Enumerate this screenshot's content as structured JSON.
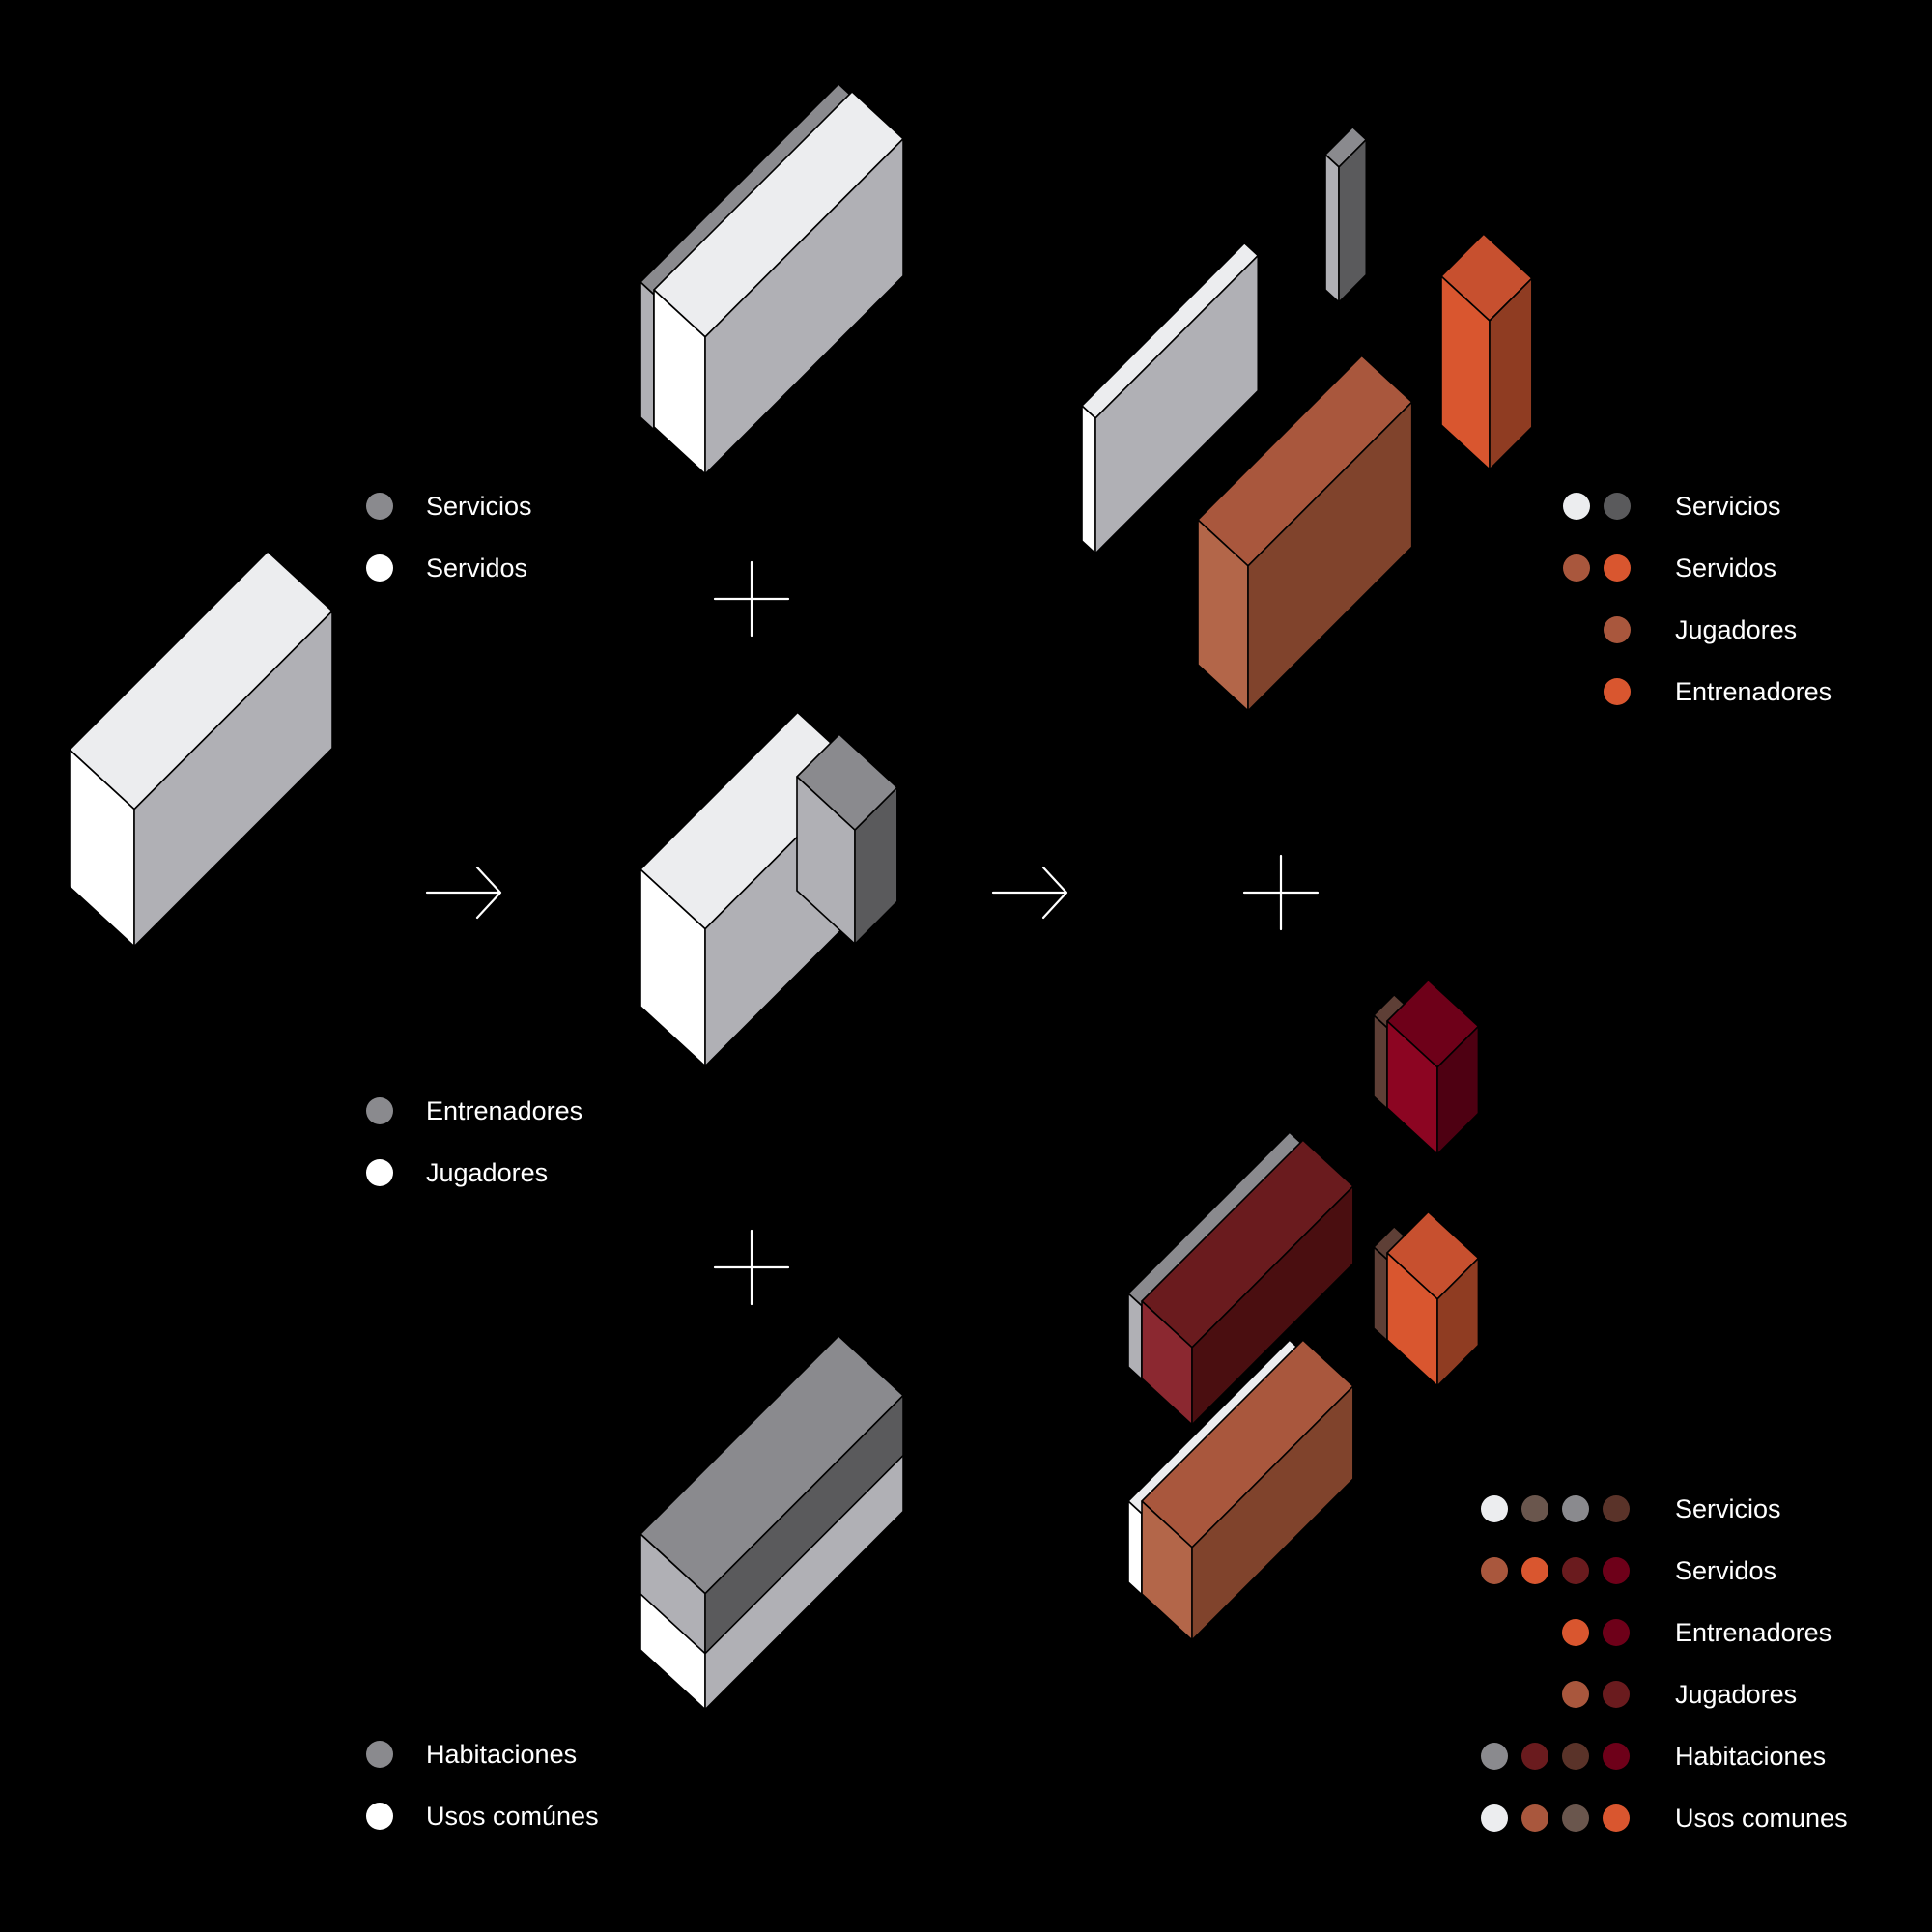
{
  "colors": {
    "background": "#000000",
    "light_top": "#ecedef",
    "light_side": "#b0b0b5",
    "white": "#ffffff",
    "grey_mid": "#8a8a8e",
    "grey_dark": "#5a5a5c",
    "copper_top": "#a9573d",
    "copper_side": "#80432c",
    "copper_front": "#b36649",
    "orange_top": "#c7502f",
    "orange_side": "#8f3c22",
    "orange_front": "#d9562f",
    "maroon_top": "#6a1b1e",
    "maroon_side": "#4a0e10",
    "maroon_front": "#8b2830",
    "crimson_top": "#6e0019",
    "crimson_side": "#4e0012",
    "crimson_front": "#8c0522",
    "brown_strip": "#5e3f36"
  },
  "legends": {
    "split_services": [
      {
        "label": "Servicios",
        "dots": [
          "#8a8a8e"
        ]
      },
      {
        "label": "Servidos",
        "dots": [
          "#ffffff"
        ]
      }
    ],
    "split_staff": [
      {
        "label": "Entrenadores",
        "dots": [
          "#8a8a8e"
        ]
      },
      {
        "label": "Jugadores",
        "dots": [
          "#ffffff"
        ]
      }
    ],
    "split_rooms": [
      {
        "label": "Habitaciones",
        "dots": [
          "#8a8a8e"
        ]
      },
      {
        "label": "Usos comúnes",
        "dots": [
          "#ffffff"
        ]
      }
    ],
    "result_top": [
      {
        "label": "Servicios",
        "dots": [
          "#ecedef",
          "#5a5a5c"
        ]
      },
      {
        "label": "Servidos",
        "dots": [
          "#a9573d",
          "#d9562f"
        ]
      },
      {
        "label": "Jugadores",
        "dots": [
          "#a9573d"
        ]
      },
      {
        "label": "Entrenadores",
        "dots": [
          "#d9562f"
        ]
      }
    ],
    "result_bottom": [
      {
        "label": "Servicios",
        "dots": [
          "#ecedef",
          "#6a564d",
          "#8a8a8e",
          "#5a3329"
        ]
      },
      {
        "label": "Servidos",
        "dots": [
          "#a9573d",
          "#d9562f",
          "#6a1b1e",
          "#6e0019"
        ]
      },
      {
        "label": "Entrenadores",
        "dots": [
          "#d9562f",
          "#6e0019"
        ]
      },
      {
        "label": "Jugadores",
        "dots": [
          "#a9573d",
          "#6a1b1e"
        ]
      },
      {
        "label": "Habitaciones",
        "dots": [
          "#8a8a8e",
          "#6a1b1e",
          "#5a3329",
          "#6e0019"
        ]
      },
      {
        "label": "Usos comunes",
        "dots": [
          "#ecedef",
          "#a9573d",
          "#6a564d",
          "#d9562f"
        ]
      }
    ]
  },
  "symbols": {
    "arrow_icon": "right-arrow",
    "plus_icon": "plus"
  }
}
